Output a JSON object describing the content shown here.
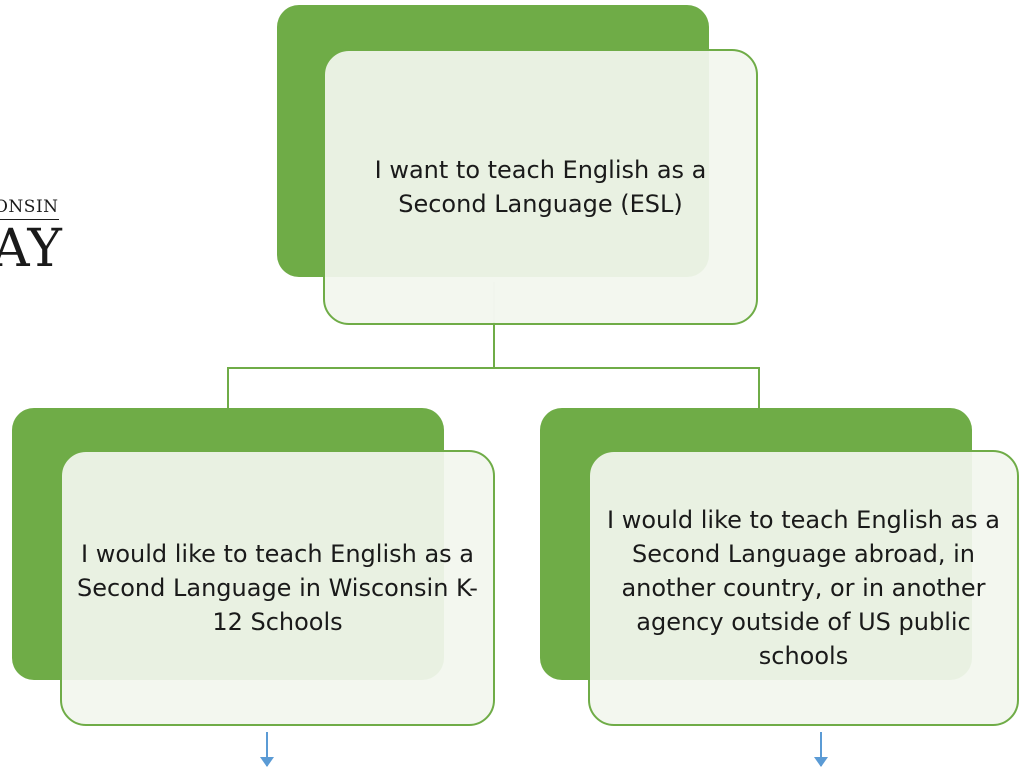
{
  "logo": {
    "line1": "ONSIN",
    "line2": "AY"
  },
  "diagram": {
    "root": {
      "label": "I want to teach English as a Second Language (ESL)"
    },
    "children": [
      {
        "label": "I would like to teach English as a Second Language in Wisconsin K-12 Schools"
      },
      {
        "label": "I would like to teach English as a Second Language abroad, in another country, or in another agency outside of US public schools"
      }
    ]
  },
  "colors": {
    "accent_green": "#6fac47",
    "card_fill": "#f2f6ee",
    "arrow_blue": "#5b9bd5"
  }
}
